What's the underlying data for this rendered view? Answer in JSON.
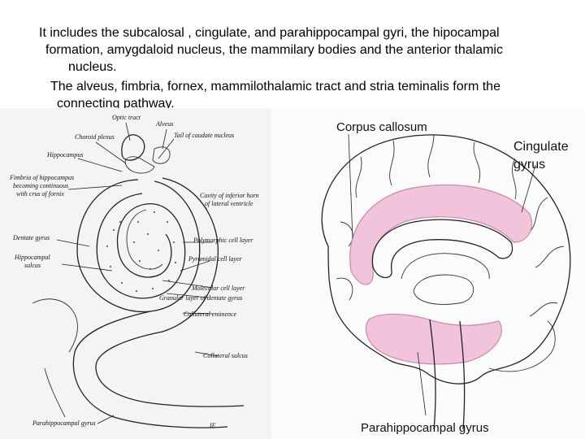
{
  "caption": {
    "line1": "It includes the subcalosal , cingulate, and parahippocampal gyri, the hipocampal",
    "line2": "formation, amygdaloid nucleus, the mammilary bodies and the anterior thalamic",
    "line3": "nucleus.",
    "line4": "The alveus, fimbria, fornex, mammilothalamic tract and stria teminalis form the",
    "line5": "connecting pathway."
  },
  "hippocampus_figure": {
    "labels": {
      "optic_tract": "Optic tract",
      "alveus": "Alveus",
      "choroid_plexus": "Choroid plexus",
      "tail_caudate": "Tail of caudate nucleus",
      "hippocampus": "Hippocampus",
      "fimbria_1": "Fimbria of hippocampus",
      "fimbria_2": "becoming continuous",
      "fimbria_3": "with crus of fornix",
      "cavity_1": "Cavity of inferior horn",
      "cavity_2": "of lateral ventricle",
      "dentate": "Dentate gyrus",
      "polymorphic": "Polymorphic cell layer",
      "hippocampal_sulcus_1": "Hippocampal",
      "hippocampal_sulcus_2": "sulcus",
      "pyramidal": "Pyramidal cell layer",
      "molecular": "Molecular cell layer",
      "granular": "Granular layer of dentate gyrus",
      "collateral_eminence": "Collateral eminence",
      "collateral_sulcus": "Collateral sulcus",
      "parahippocampal": "Parahippocampal gyrus",
      "corner_mark": "IE"
    }
  },
  "brain_figure": {
    "labels": {
      "corpus_callosum": "Corpus callosum",
      "cingulate_1": "Cingulate",
      "cingulate_2": "gyrus",
      "parahippocampal": "Parahippocampal gyrus"
    },
    "colors": {
      "highlight": "#f2c4dc",
      "highlight_stroke": "#c98aa9"
    }
  }
}
